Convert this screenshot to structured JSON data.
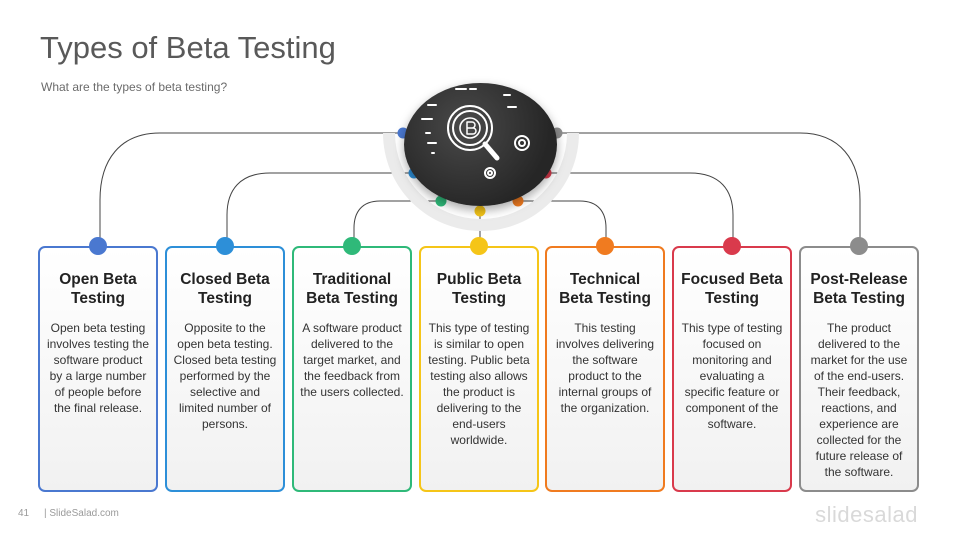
{
  "header": {
    "title": "Types of Beta Testing",
    "subtitle": "What  are the types of beta testing?"
  },
  "hub": {
    "icon": "magnifier-bitcoin-gear-icon"
  },
  "cards": [
    {
      "title": "Open Beta Testing",
      "description": "Open beta testing involves testing the software product by a large number of people before the final release.",
      "color": "#4a78d0"
    },
    {
      "title": "Closed Beta Testing",
      "description": "Opposite to the open beta testing. Closed beta testing performed by the selective and limited number of persons.",
      "color": "#2d8fd8"
    },
    {
      "title": "Traditional Beta Testing",
      "description": "A software product delivered to the target market, and the feedback from the users collected.",
      "color": "#2fb979"
    },
    {
      "title": "Public Beta Testing",
      "description": "This type of testing is similar to open testing. Public beta testing also allows the product is delivering to the end-users worldwide.",
      "color": "#f5c518"
    },
    {
      "title": "Technical Beta Testing",
      "description": "This testing involves delivering the software product to the internal groups of the organization.",
      "color": "#f07b20"
    },
    {
      "title": "Focused Beta Testing",
      "description": "This type of testing focused on monitoring  and evaluating a specific feature or component  of the software.",
      "color": "#d93a4c"
    },
    {
      "title": "Post-Release Beta Testing",
      "description": "The product delivered to the market for the use of the end-users. Their feedback, reactions, and experience are collected for the future release of the software.",
      "color": "#8c8c8c"
    }
  ],
  "footer": {
    "page_number": "41",
    "brand": "| SlideSalad.com",
    "logo": "slidesalad"
  }
}
